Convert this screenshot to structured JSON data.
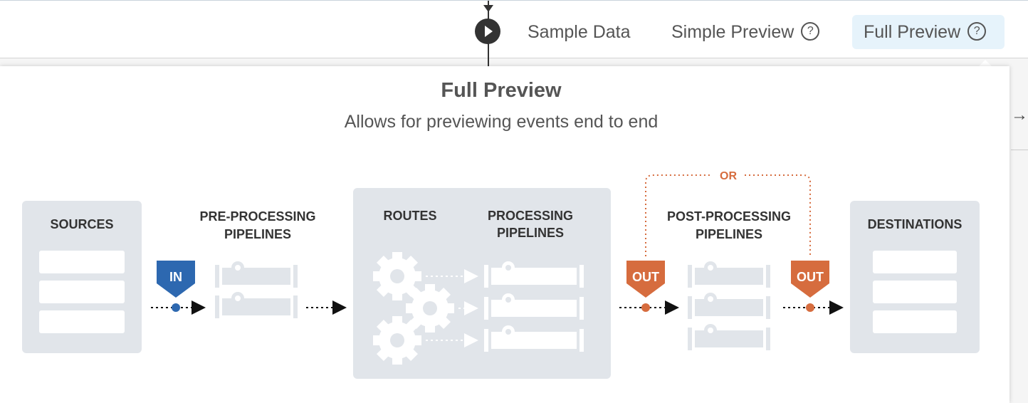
{
  "header": {
    "tabs": [
      {
        "label": "Sample Data"
      },
      {
        "label": "Simple Preview",
        "help": "?"
      },
      {
        "label": "Full Preview",
        "help": "?",
        "active": true
      }
    ]
  },
  "popover": {
    "title": "Full Preview",
    "subtitle": "Allows for previewing events end to end",
    "diagram": {
      "sources_label": "SOURCES",
      "pre_label_1": "PRE-PROCESSING",
      "pre_label_2": "PIPELINES",
      "routes_label": "ROUTES",
      "proc_label_1": "PROCESSING",
      "proc_label_2": "PIPELINES",
      "post_label_1": "POST-PROCESSING",
      "post_label_2": "PIPELINES",
      "destinations_label": "DESTINATIONS",
      "or_label": "OR",
      "in_badge": "IN",
      "out_badge": "OUT",
      "colors": {
        "in": "#2d68b0",
        "out": "#d66c3e",
        "box": "#e1e5ea"
      }
    }
  },
  "icons": [
    "play-icon",
    "help-circle-icon",
    "arrow-right-icon",
    "gear-icon",
    "pipeline-icon"
  ]
}
